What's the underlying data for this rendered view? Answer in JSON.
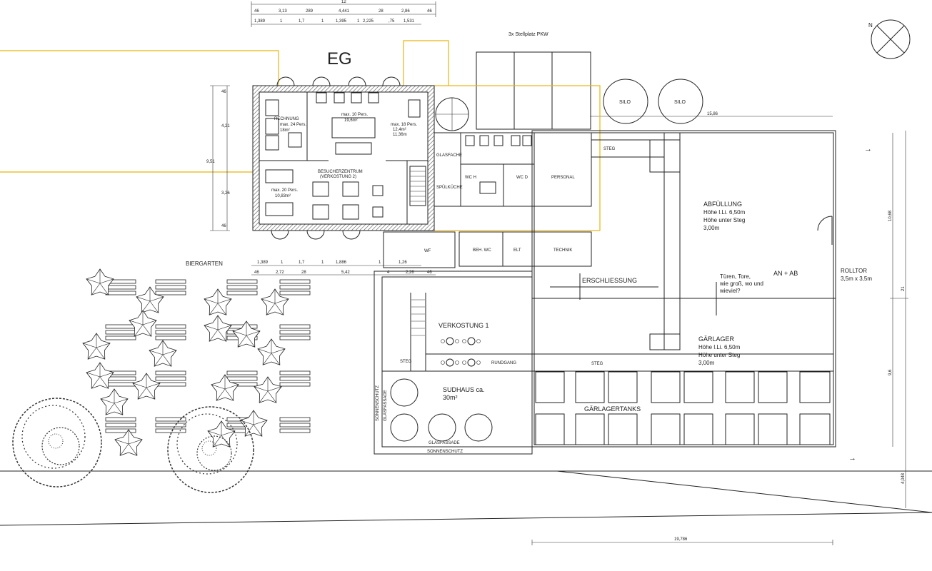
{
  "drawing": {
    "floor_label": "EG",
    "parking_label": "3x Stellplatz PKW",
    "north_label": "N",
    "silos": [
      "SILO",
      "SILO"
    ],
    "rooms": {
      "rechnung": "RECHNUNG",
      "rechnung_info": [
        "max. 24 Pers.",
        "18m²"
      ],
      "room_top_mid": [
        "max. 10 Pers.",
        "19,6m²"
      ],
      "room_top_right": [
        "max. 18 Pers.",
        "12,4m²",
        "11,36m"
      ],
      "besucher": [
        "BESUCHERZENTRUM",
        "(VERKOSTUNG 2)"
      ],
      "room_left_mid": [
        "max. 20 Pers.",
        "10,83m²"
      ],
      "abfuellung": [
        "ABFÜLLUNG",
        "Höhe l.Li. 6,50m",
        "Höhe unter Steg",
        "3,00m"
      ],
      "gaerlager": [
        "GÄRLAGER",
        "Höhe l.Li. 6,50m",
        "Höhe unter Steg",
        "3,00m"
      ],
      "gaerlagertanks": "GÄRLAGERTANKS",
      "verkostung1": "VERKOSTUNG 1",
      "sudhaus": [
        "SUDHAUS ca.",
        "30m²"
      ],
      "erschliessung": "ERSCHLIESSUNG",
      "biergarten": "BIERGARTEN",
      "rolltor": [
        "ROLLTOR",
        "3,5m x 3,5m"
      ],
      "an_ab": "AN + AB",
      "tueren_note": [
        "Türen, Tore,",
        "wie groß, wo und",
        "wieviel?"
      ],
      "personal": "PERSONAL",
      "wc_d": "WC D",
      "wc_h": "WC H",
      "ben_wc": "BEH. WC",
      "elt": "ELT",
      "technik": "TECHNIK",
      "wf": "WF",
      "steg_top": "STEG",
      "steg_mid": "STEG",
      "steg_left": "STEG",
      "rundgang": "RUNDGANG",
      "glasfassade_bottom": "GLASFASSADE",
      "sonnenschutz_bottom": "SONNENSCHUTZ",
      "sonnenschutz_side": "SONNENSCHUTZ",
      "glasfassade_side": "GLASFASSADE",
      "small_a": "GLASFACHE",
      "small_b": "SPÜLKÜCHE"
    },
    "dimensions": {
      "top_total": "12",
      "top_row1": [
        "46",
        "3,13",
        "289",
        "4,441",
        "28",
        "2,86",
        "46"
      ],
      "top_row2": [
        "1,389",
        "1",
        "1,7",
        "1",
        "1,395",
        "1",
        "2,225",
        ",75",
        "1,531"
      ],
      "left_vertical": [
        "46",
        "4,21",
        "9,51",
        "3,26",
        "46"
      ],
      "mid_row1": [
        "1,389",
        "1",
        "1,7",
        "1",
        "1,886",
        "1",
        "1,26"
      ],
      "mid_row2": [
        "46",
        "2,72",
        "28",
        "5,42",
        "4",
        "2,26",
        "46"
      ],
      "silo_dim": "15,86",
      "right_vertical": [
        "10,68",
        "21",
        "9,6"
      ],
      "bottom_right": "4,048",
      "bottom_dim": "19,786"
    }
  }
}
